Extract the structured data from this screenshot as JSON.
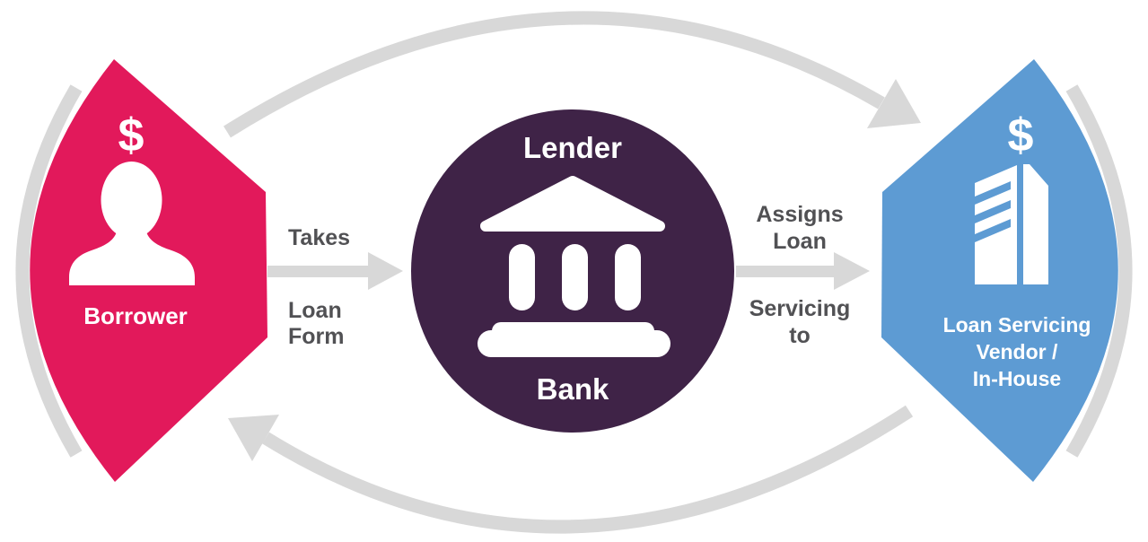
{
  "colors": {
    "borrower_pink": "#e2195b",
    "lender_purple": "#3f2347",
    "servicer_blue": "#5d9bd3",
    "arrow_gray": "#d8d8d8",
    "flow_label_gray": "#515154",
    "icon_white": "#ffffff"
  },
  "borrower": {
    "dollar_icon": "$",
    "label": "Borrower"
  },
  "lender": {
    "top_label": "Lender",
    "bottom_label": "Bank"
  },
  "servicer": {
    "dollar_icon": "$",
    "label_line1": "Loan Servicing",
    "label_line2": "Vendor /",
    "label_line3": "In-House"
  },
  "flow_borrower_to_lender": {
    "above": "Takes",
    "below_line1": "Loan",
    "below_line2": "Form"
  },
  "flow_lender_to_servicer": {
    "above_line1": "Assigns",
    "above_line2": "Loan",
    "below_line1": "Servicing",
    "below_line2": "to"
  }
}
